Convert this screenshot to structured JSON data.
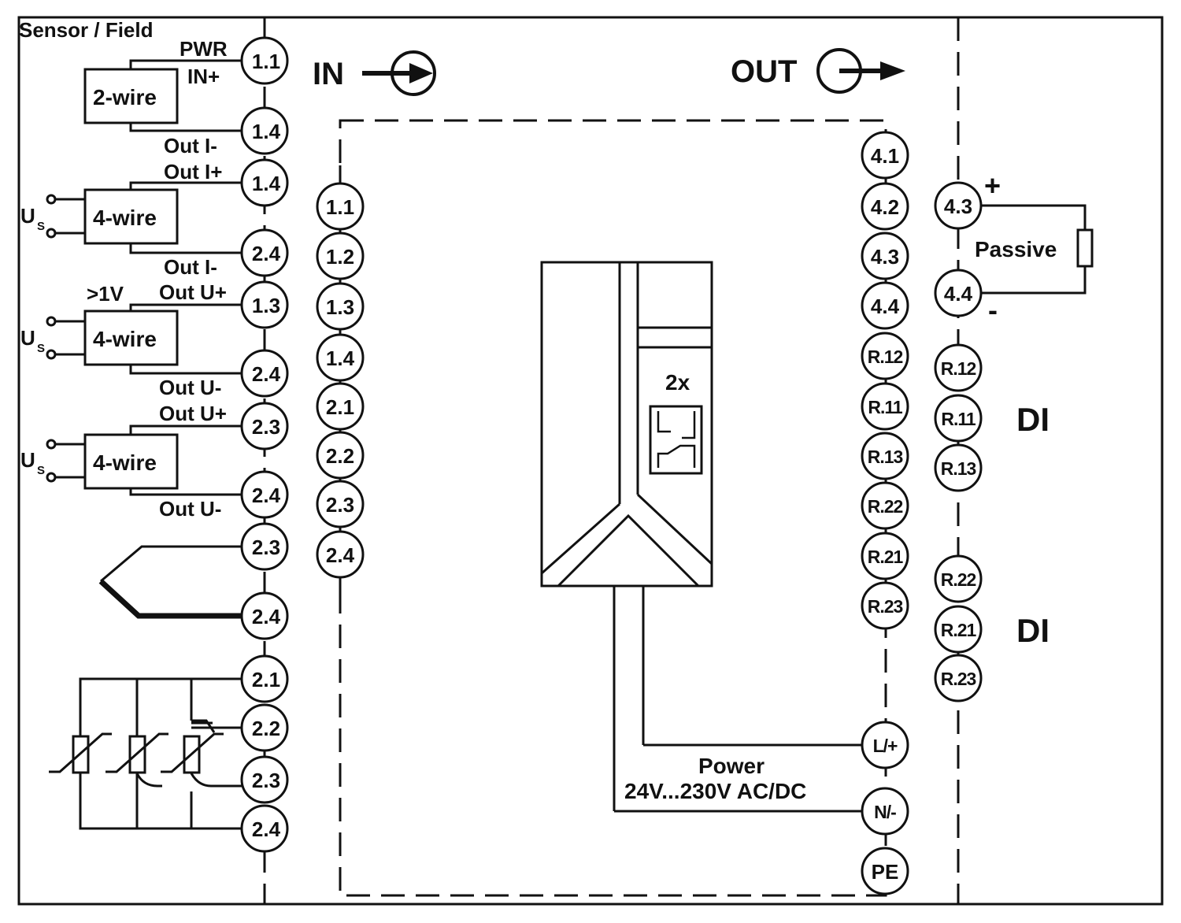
{
  "colors": {
    "ink": "#111111",
    "background": "#ffffff"
  },
  "header": {
    "sensor_field": "Sensor / Field",
    "in_label": "IN",
    "out_label": "OUT"
  },
  "left_terminals": {
    "t1": "1.1",
    "t2": "1.4",
    "t3": "1.4",
    "t4": "2.4",
    "t5": "1.3",
    "t6": "2.4",
    "t7": "2.3",
    "t8": "2.4",
    "t9": "2.3",
    "t10": "2.4",
    "t11": "2.1",
    "t12": "2.2",
    "t13": "2.3",
    "t14": "2.4"
  },
  "wire_labels": {
    "pwr": "PWR",
    "in_plus": "IN+",
    "out_i_minus_1": "Out I-",
    "out_i_plus": "Out I+",
    "out_i_minus_2": "Out I-",
    "gt_1v": ">1V",
    "out_u_plus_1": "Out U+",
    "out_u_minus_1": "Out U-",
    "out_u_plus_2": "Out U+",
    "out_u_minus_2": "Out U-"
  },
  "devices": {
    "two_wire": "2-wire",
    "four_wire_1": "4-wire",
    "four_wire_2": "4-wire",
    "four_wire_3": "4-wire",
    "us_main": "U",
    "us_sub": "S"
  },
  "input_terminals": {
    "i1": "1.1",
    "i2": "1.2",
    "i3": "1.3",
    "i4": "1.4",
    "i5": "2.1",
    "i6": "2.2",
    "i7": "2.3",
    "i8": "2.4"
  },
  "module": {
    "relay_count": "2x"
  },
  "output_terminals": {
    "o1": "4.1",
    "o2": "4.2",
    "o3": "4.3",
    "o4": "4.4",
    "o5": "R.12",
    "o6": "R.11",
    "o7": "R.13",
    "o8": "R.22",
    "o9": "R.21",
    "o10": "R.23",
    "o11": "L/+",
    "o12": "N/-",
    "o13": "PE"
  },
  "power": {
    "title": "Power",
    "spec": "24V...230V AC/DC"
  },
  "field_terminals": {
    "f1": "4.3",
    "f2": "4.4",
    "f3": "R.12",
    "f4": "R.11",
    "f5": "R.13",
    "f6": "R.22",
    "f7": "R.21",
    "f8": "R.23"
  },
  "field_labels": {
    "plus": "+",
    "minus": "-",
    "passive": "Passive",
    "di_1": "DI",
    "di_2": "DI"
  }
}
